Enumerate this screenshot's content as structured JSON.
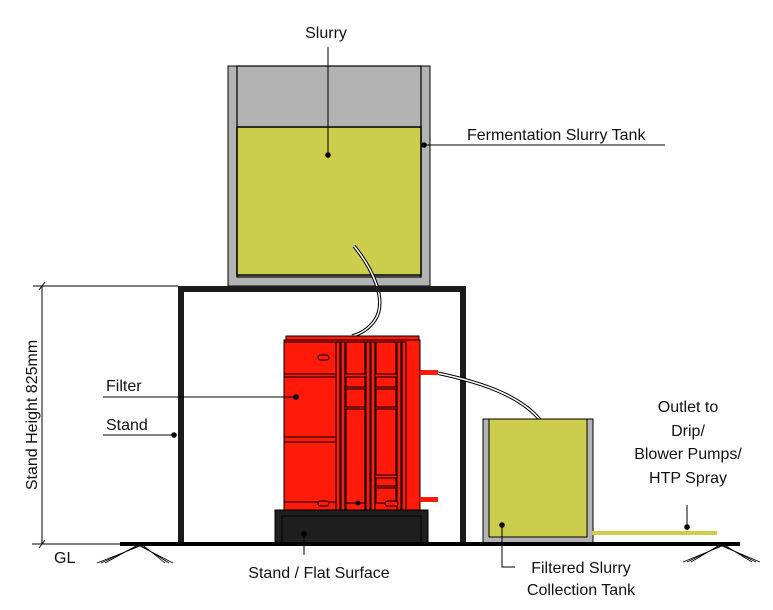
{
  "title": "Slurry filtration setup diagram",
  "labels": {
    "slurry": "Slurry",
    "fermentation_tank": "Fermentation Slurry Tank",
    "filter": "Filter",
    "stand": "Stand",
    "stand_height": "Stand Height 825mm",
    "ground_level": "GL",
    "stand_flat_surface": "Stand / Flat Surface",
    "filtered_tank_line1": "Filtered Slurry",
    "filtered_tank_line2": "Collection Tank",
    "outlet_line1": "Outlet to",
    "outlet_line2": "Drip/",
    "outlet_line3": "Blower Pumps/",
    "outlet_line4": "HTP Spray"
  },
  "dimension": {
    "stand_height_mm": 825
  },
  "colors": {
    "slurry": "#cdcd4d",
    "tank_wall": "#b3b3b3",
    "filter_body": "#ff1a0a",
    "stand_frame": "#1c1c1c",
    "base_block": "#1e1e1e",
    "outline": "#000000"
  }
}
